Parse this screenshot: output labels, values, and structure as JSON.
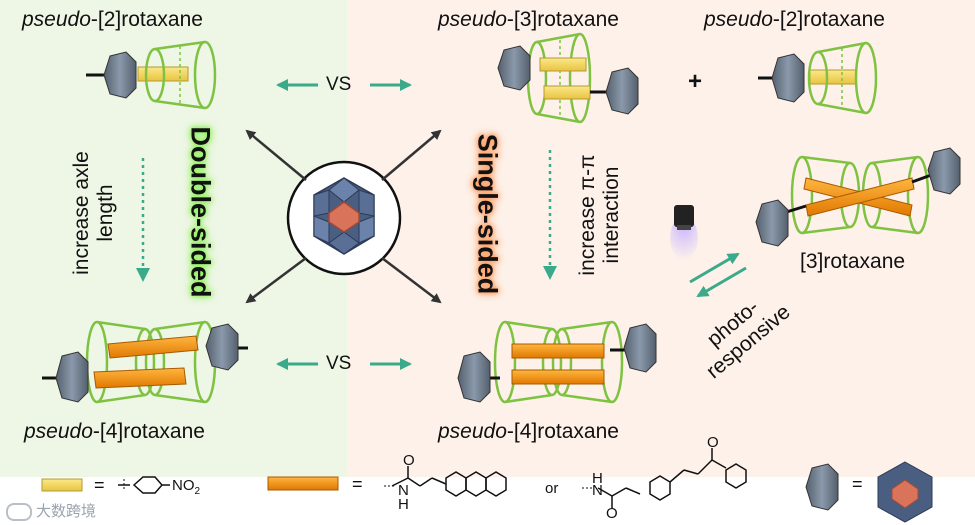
{
  "titles": {
    "top_left": {
      "prefix": "pseudo",
      "suffix": "-[2]rotaxane"
    },
    "top_mid": {
      "prefix": "pseudo",
      "suffix": "-[3]rotaxane"
    },
    "top_right": {
      "prefix": "pseudo",
      "suffix": "-[2]rotaxane"
    },
    "bottom_left": {
      "prefix": "pseudo",
      "suffix": "-[4]rotaxane"
    },
    "bottom_mid": {
      "prefix": "pseudo",
      "suffix": "-[4]rotaxane"
    },
    "right": "[3]rotaxane"
  },
  "vs_top": "VS",
  "vs_bottom": "VS",
  "plus": "+",
  "left_axis": {
    "line1": "increase axle",
    "line2": "length"
  },
  "mid_axis": {
    "line1": "increase π-π",
    "line2": "interaction"
  },
  "double_sided": "Double-sided",
  "single_sided": "Single-sided",
  "photo": {
    "line1": "photo-",
    "line2": "responsive"
  },
  "legend": {
    "eq1": "=",
    "nitro": "NO",
    "nitro_sub": "2",
    "eq2": "=",
    "or": "or",
    "eq3": "=",
    "n_label": "N",
    "h_label": "H",
    "o_label": "O"
  },
  "watermark": "大数跨境",
  "colors": {
    "ring": "#7fc242",
    "axle_orange": "#f0900a",
    "axle_yellow": "#f2d45a",
    "stopper": "#6b7a8c",
    "arrow_teal": "#3aaa8a",
    "arrow_dark": "#333333",
    "polyhedra_blue": "#4a5e82",
    "polyhedra_center": "#d9735a"
  }
}
